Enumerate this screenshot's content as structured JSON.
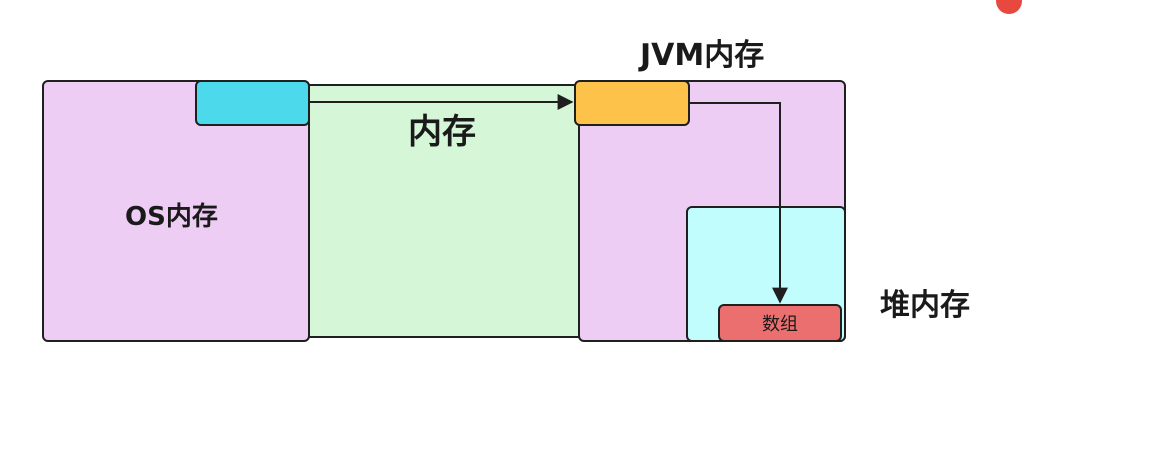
{
  "labels": {
    "os_memory": "OS内存",
    "native_memory": "内存",
    "jvm_memory": "JVM内存",
    "heap_memory": "堆内存",
    "array": "数组"
  },
  "colors": {
    "os_block": "#eecdf4",
    "native_block": "#d5f7d7",
    "jvm_block": "#eecdf4",
    "heap_block": "#c2fdfd",
    "os_buffer": "#4dd9ec",
    "jvm_buffer": "#fdc24a",
    "array_block": "#ec6f70",
    "stroke": "#1f1f1f"
  },
  "status_indicator": {
    "color": "#e8493f"
  }
}
